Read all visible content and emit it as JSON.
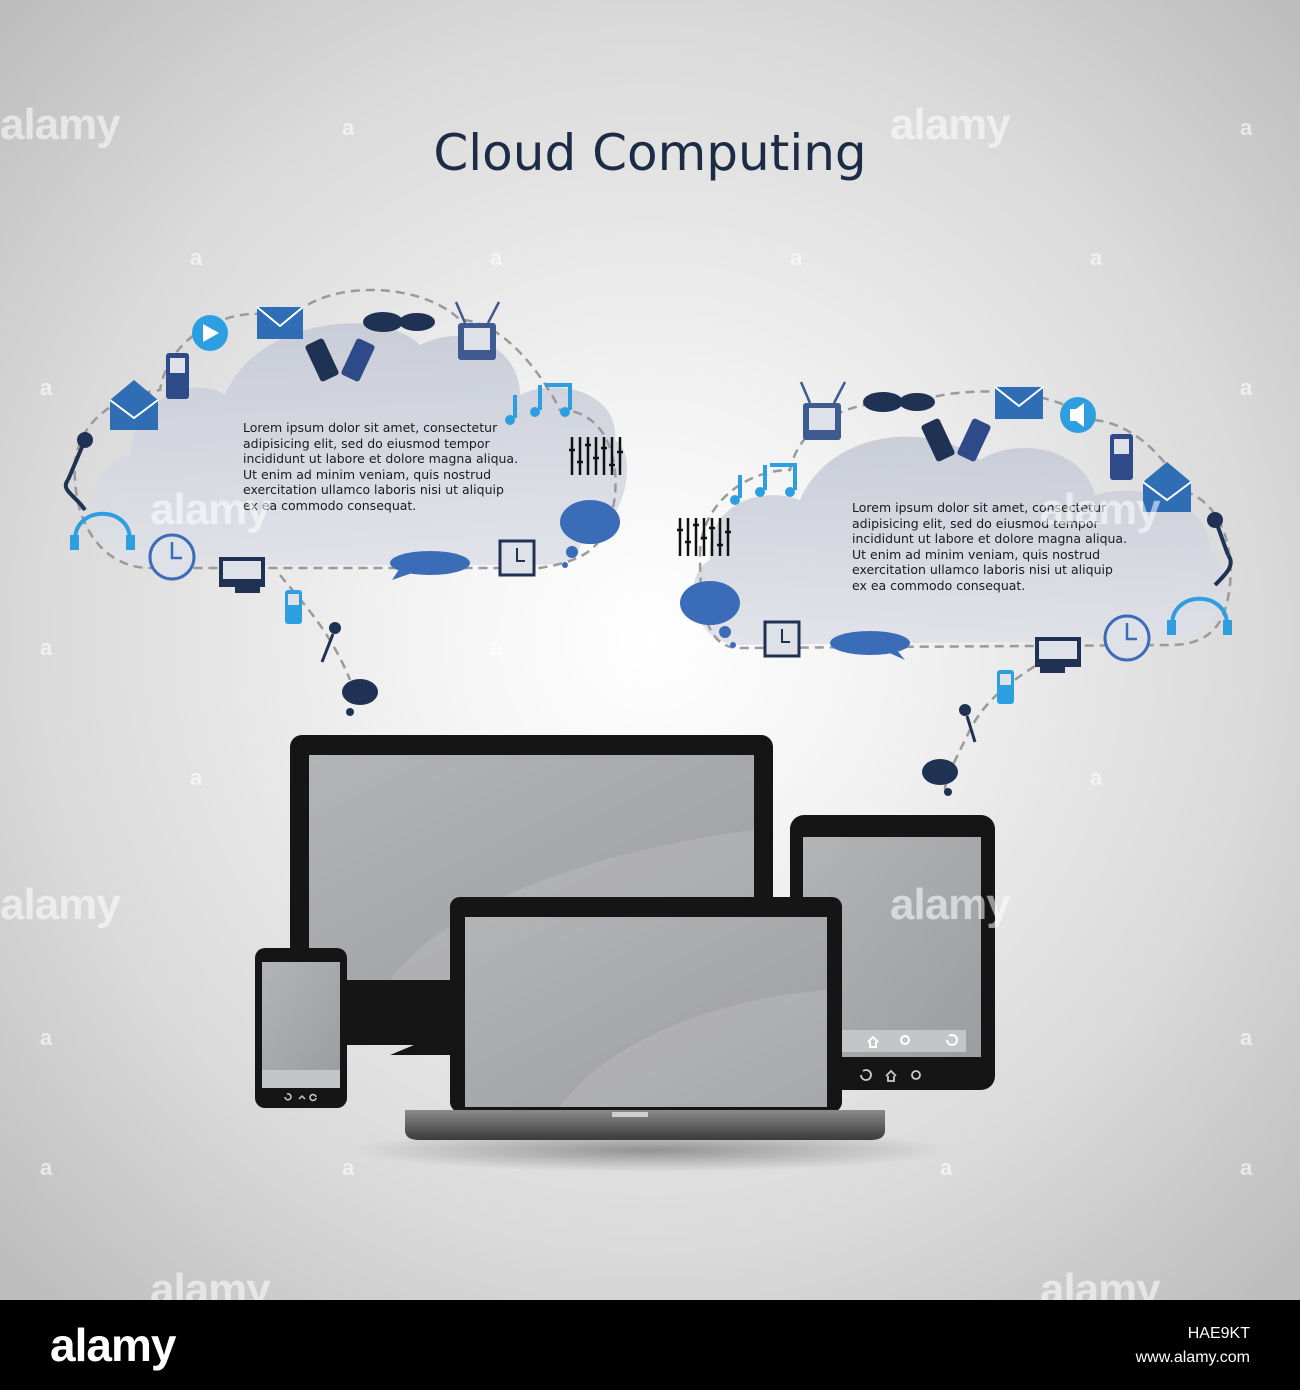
{
  "title": "Cloud Computing",
  "clouds": [
    {
      "lines": [
        "Lorem ipsum dolor sit amet, consectetur",
        "adipisicing elit, sed do eiusmod tempor",
        "incididunt ut labore et dolore magna aliqua.",
        "Ut enim ad minim veniam, quis nostrud",
        "exercitation ullamco laboris nisi ut aliquip",
        "ex ea commodo consequat."
      ]
    },
    {
      "lines": [
        "Lorem ipsum dolor sit amet, consectetur",
        "adipisicing elit, sed do eiusmod tempor",
        "incididunt ut labore et dolore magna aliqua.",
        "Ut enim ad minim veniam, quis nostrud",
        "exercitation ullamco laboris nisi ut aliquip",
        "ex ea commodo consequat."
      ]
    }
  ],
  "watermark": {
    "word": "alamy",
    "mark": "a"
  },
  "footer": {
    "logo": "alamy",
    "image_id": "HAE9KT",
    "url": "www.alamy.com"
  },
  "colors": {
    "icon_blue": "#2d9fe0",
    "icon_navy": "#2f4a88",
    "icon_slate": "#3e5a8e",
    "device": "#151515",
    "screen": "#a9aaac"
  }
}
